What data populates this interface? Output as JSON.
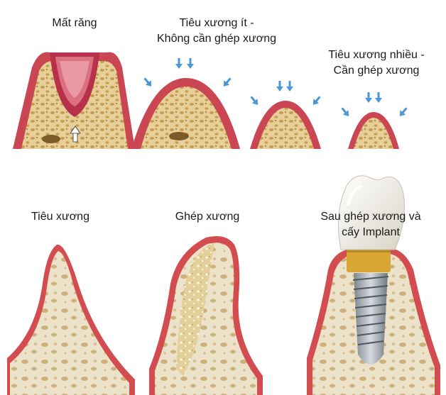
{
  "stages_top": [
    {
      "id": "tooth-loss",
      "lines": [
        "Mất răng"
      ]
    },
    {
      "id": "mild-resorption",
      "lines": [
        "Tiêu xương ít -",
        "Không cần ghép xương"
      ]
    },
    {
      "id": "severe-resorption",
      "lines": [
        "Tiêu xương nhiều -",
        "Cần ghép xương"
      ]
    }
  ],
  "stages_bottom": [
    {
      "id": "bone-loss",
      "lines": [
        "Tiêu xương"
      ]
    },
    {
      "id": "bone-graft",
      "lines": [
        "Ghép xương"
      ]
    },
    {
      "id": "implant",
      "lines": [
        "Sau ghép xương và",
        "cấy Implant"
      ]
    }
  ],
  "colors": {
    "gum": "#c8454f",
    "gum_dark": "#9e2434",
    "bone": "#e9dcc0",
    "bone_spot": "#c9a96a",
    "graft": "#e4d6a8",
    "arrow": "#4a97d4",
    "crown": "#f2f0ea",
    "abutment": "#d8a733",
    "screw": "#9aa2aa"
  },
  "icons": [
    "pressure-arrow-icon",
    "upward-arrow-icon"
  ]
}
